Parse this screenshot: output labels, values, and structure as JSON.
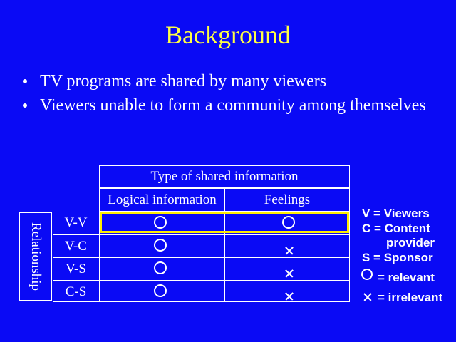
{
  "slide": {
    "title": "Background",
    "bullets": [
      "TV programs are shared by many viewers",
      "Viewers unable to form a community among themselves"
    ]
  },
  "table": {
    "group_header": "Type of shared information",
    "columns": [
      "Logical information",
      "Feelings"
    ],
    "row_group_label": "Relationship",
    "rows": [
      {
        "label": "V-V",
        "logical": "relevant",
        "feelings": "relevant"
      },
      {
        "label": "V-C",
        "logical": "relevant",
        "feelings": "irrelevant"
      },
      {
        "label": "V-S",
        "logical": "relevant",
        "feelings": "irrelevant"
      },
      {
        "label": "C-S",
        "logical": "relevant",
        "feelings": "irrelevant"
      }
    ],
    "highlight_color": "#ffee00"
  },
  "legend": {
    "v": "V = Viewers",
    "c_line1": "C = Content",
    "c_line2": "provider",
    "s": "S =  Sponsor",
    "relevant": "=  relevant",
    "irrelevant": "=  irrelevant"
  },
  "colors": {
    "background": "#0a0af5",
    "title": "#ffff44",
    "text": "#ffffff"
  }
}
